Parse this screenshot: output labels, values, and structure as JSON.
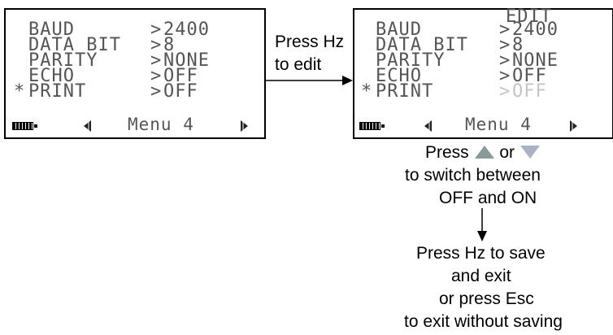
{
  "lcd_before": {
    "rows": [
      {
        "label": "BAUD",
        "value": "2400"
      },
      {
        "label": "DATA BIT",
        "value": "8"
      },
      {
        "label": "PARITY",
        "value": "NONE"
      },
      {
        "label": "ECHO",
        "value": "OFF"
      },
      {
        "label": "PRINT",
        "value": "OFF"
      }
    ],
    "marker": "*",
    "separator": ">",
    "menu_label": "Menu 4"
  },
  "lcd_after": {
    "header": "EDIT",
    "rows": [
      {
        "label": "BAUD",
        "value": "2400"
      },
      {
        "label": "DATA BIT",
        "value": "8"
      },
      {
        "label": "PARITY",
        "value": "NONE"
      },
      {
        "label": "ECHO",
        "value": "OFF"
      },
      {
        "label": "PRINT",
        "value": "OFF"
      }
    ],
    "marker": "*",
    "separator": ">",
    "menu_label": "Menu 4"
  },
  "step1": {
    "line1": "Press Hz",
    "line2": "to edit"
  },
  "step2": {
    "press": "Press",
    "or": "or",
    "line2": "to switch between",
    "line3": "OFF and ON"
  },
  "step3": {
    "line1": "Press Hz to save",
    "line2": "and exit",
    "line3": "or press Esc",
    "line4": "to exit without saving"
  },
  "colors": {
    "up_arrow": "#8a9a9a",
    "down_arrow": "#aab2c6",
    "highlight": "#c4c4c4"
  }
}
